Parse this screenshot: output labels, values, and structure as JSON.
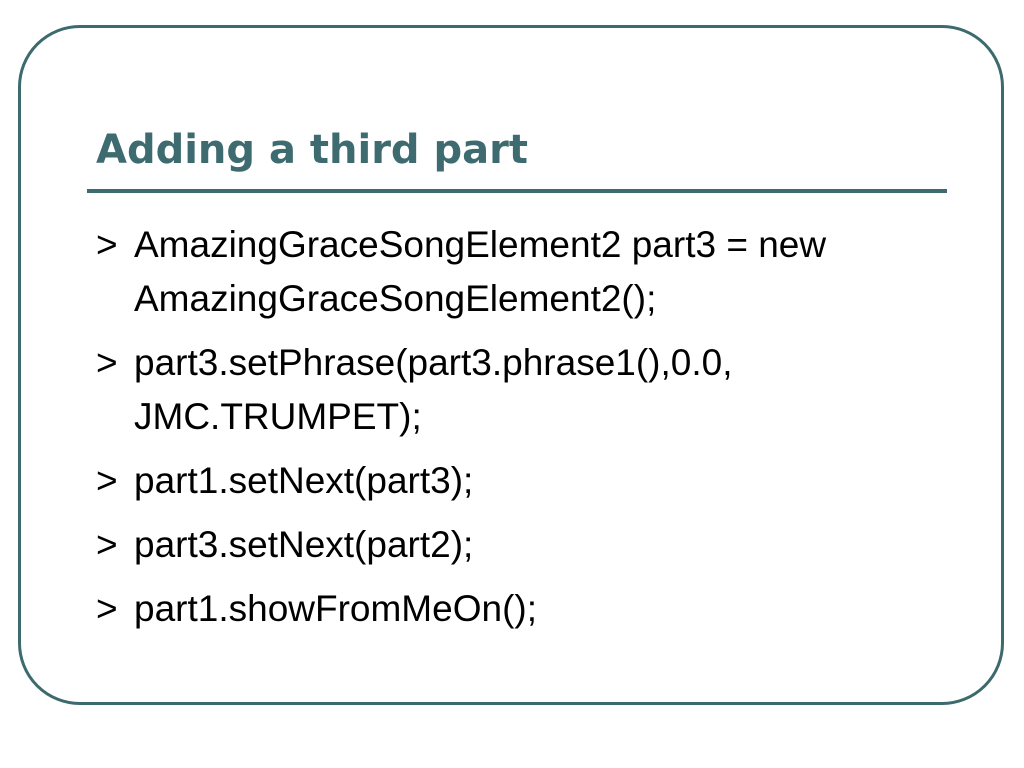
{
  "slide": {
    "title": "Adding a third part",
    "lines": [
      {
        "prompt": ">",
        "code": "AmazingGraceSongElement2 part3 = new AmazingGraceSongElement2();"
      },
      {
        "prompt": ">",
        "code": "part3.setPhrase(part3.phrase1(),0.0, JMC.TRUMPET);"
      },
      {
        "prompt": ">",
        "code": "part1.setNext(part3);"
      },
      {
        "prompt": ">",
        "code": "part3.setNext(part2);"
      },
      {
        "prompt": ">",
        "code": "part1.showFromMeOn();"
      }
    ]
  },
  "colors": {
    "accent": "#3e6b70",
    "frame": "#3c6a6d",
    "text": "#000000",
    "background": "#ffffff"
  }
}
